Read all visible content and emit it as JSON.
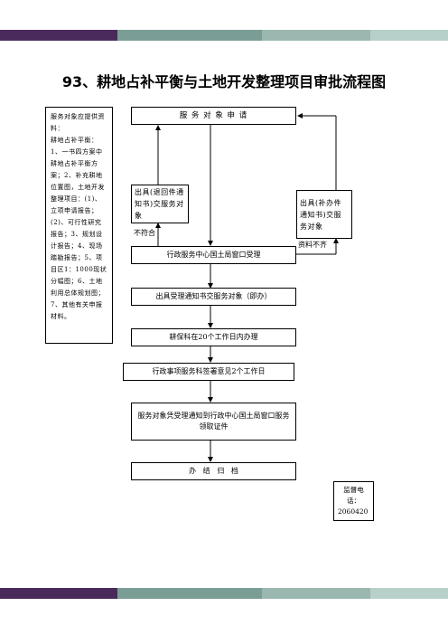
{
  "header": {
    "band_colors": [
      "#4a2a5c",
      "#7a9e95",
      "#9bb8b0",
      "#b8d0ca"
    ]
  },
  "footer": {
    "band_colors": [
      "#4a2a5c",
      "#7a9e95",
      "#9bb8b0",
      "#b8d0ca"
    ]
  },
  "title": "93、耕地占补平衡与土地开发整理项目审批流程图",
  "materials_note": "服务对象应提供资料：\n耕地占补平衡：1、一书四方案中耕地占补平衡方案；2、补充耕地位置图，土地开发整理项目：(1)、立项申请报告；(2)、可行性研究报告；3、规划设计报告；4、现场踏勘报告；5、项目区1：1000现状分幅图；6、土地利用总体规划图；7、其他有关申报材料。",
  "steps": {
    "s1": "服 务 对 象 申 请",
    "s2": "行政服务中心国土局窗口受理",
    "s3": "出具受理通知书交服务对象（即办）",
    "s4": "耕保科在20个工作日内办理",
    "s5": "行政事项服务科签署意见2个工作日",
    "s6": "服务对象凭受理通知到行政中心国土局窗口服务领取证件",
    "s7": "办   结   归   档"
  },
  "side_boxes": {
    "reject": "出具(退回件通知书)交服务对象",
    "supplement": "出具(补办件通知书)交服务对象"
  },
  "labels": {
    "not_conform": "不符合",
    "incomplete": "资料不齐"
  },
  "supervision": {
    "label": "监督电话：",
    "phone": "2060420"
  }
}
